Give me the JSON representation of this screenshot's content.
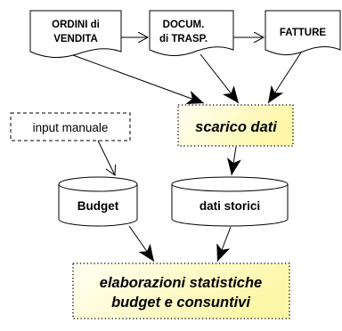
{
  "nodes": {
    "ordini": {
      "line1": "ORDINI di",
      "line2": "VENDITA"
    },
    "ddt": {
      "line1": "DOCUM.",
      "line2": "di TRASP."
    },
    "fatture": {
      "label": "FATTURE"
    },
    "scarico": {
      "label": "scarico dati"
    },
    "input_manuale": {
      "label": "input manuale"
    },
    "budget": {
      "label": "Budget"
    },
    "dati_storici": {
      "label": "dati storici"
    },
    "elaborazioni": {
      "line1": "elaborazioni statistiche",
      "line2": "budget e consuntivi"
    }
  },
  "colors": {
    "process_fill": "#fdf7a8",
    "process_fill_light": "#fffff2",
    "stroke": "#000000",
    "background": "#ffffff"
  }
}
